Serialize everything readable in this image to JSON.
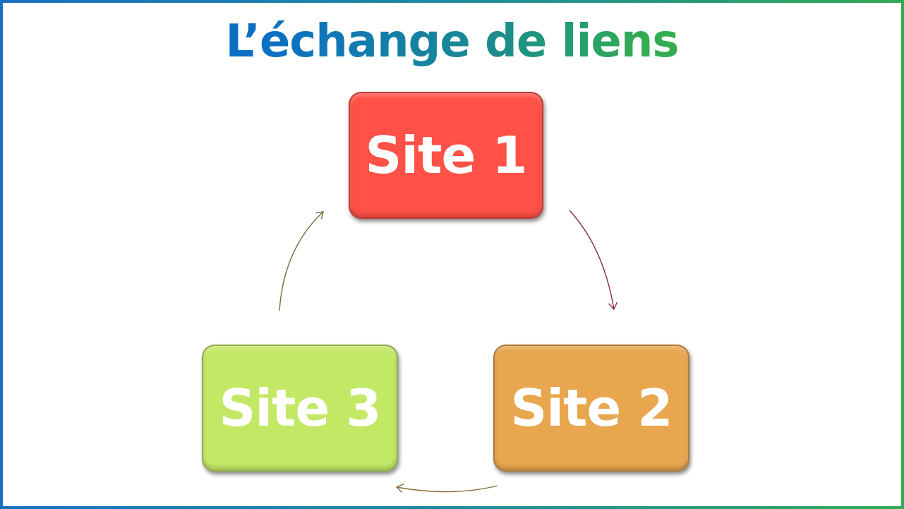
{
  "title": "L’échange de liens",
  "nodes": {
    "site1": {
      "label": "Site 1",
      "color": "#ff5147"
    },
    "site2": {
      "label": "Site 2",
      "color": "#e8a64e"
    },
    "site3": {
      "label": "Site 3",
      "color": "#c3e866"
    }
  },
  "edges": [
    {
      "from": "site1",
      "to": "site2",
      "color": "#8b2a3a"
    },
    {
      "from": "site2",
      "to": "site3",
      "color": "#8a6a3a"
    },
    {
      "from": "site3",
      "to": "site1",
      "color": "#7a6a3a"
    }
  ],
  "colors": {
    "title_start": "#0b6fc4",
    "title_end": "#34ad50"
  }
}
